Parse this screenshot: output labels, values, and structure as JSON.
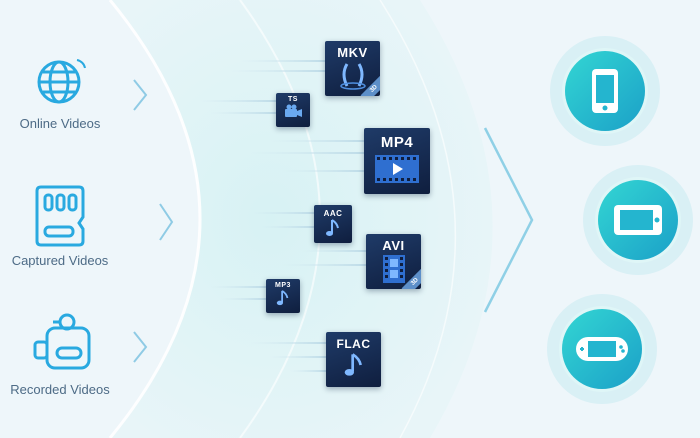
{
  "sources": [
    {
      "label": "Online Videos",
      "icon": "globe-icon"
    },
    {
      "label": "Captured Videos",
      "icon": "sd-card-icon"
    },
    {
      "label": "Recorded Videos",
      "icon": "camcorder-icon"
    }
  ],
  "formats": [
    {
      "label": "MKV",
      "icon": "mkv-icon",
      "badge": "3D"
    },
    {
      "label": "TS",
      "icon": "camera-icon"
    },
    {
      "label": "MP4",
      "icon": "film-play-icon"
    },
    {
      "label": "AAC",
      "icon": "music-note-icon"
    },
    {
      "label": "AVI",
      "icon": "film-strip-icon",
      "badge": "3D"
    },
    {
      "label": "MP3",
      "icon": "music-note-icon"
    },
    {
      "label": "FLAC",
      "icon": "music-note-icon"
    }
  ],
  "devices": [
    {
      "icon": "smartphone-icon"
    },
    {
      "icon": "tablet-icon"
    },
    {
      "icon": "game-console-icon"
    }
  ],
  "colors": {
    "accent": "#29a9e0",
    "teal": "#2fd0d0",
    "tile_dark": "#13264a"
  }
}
